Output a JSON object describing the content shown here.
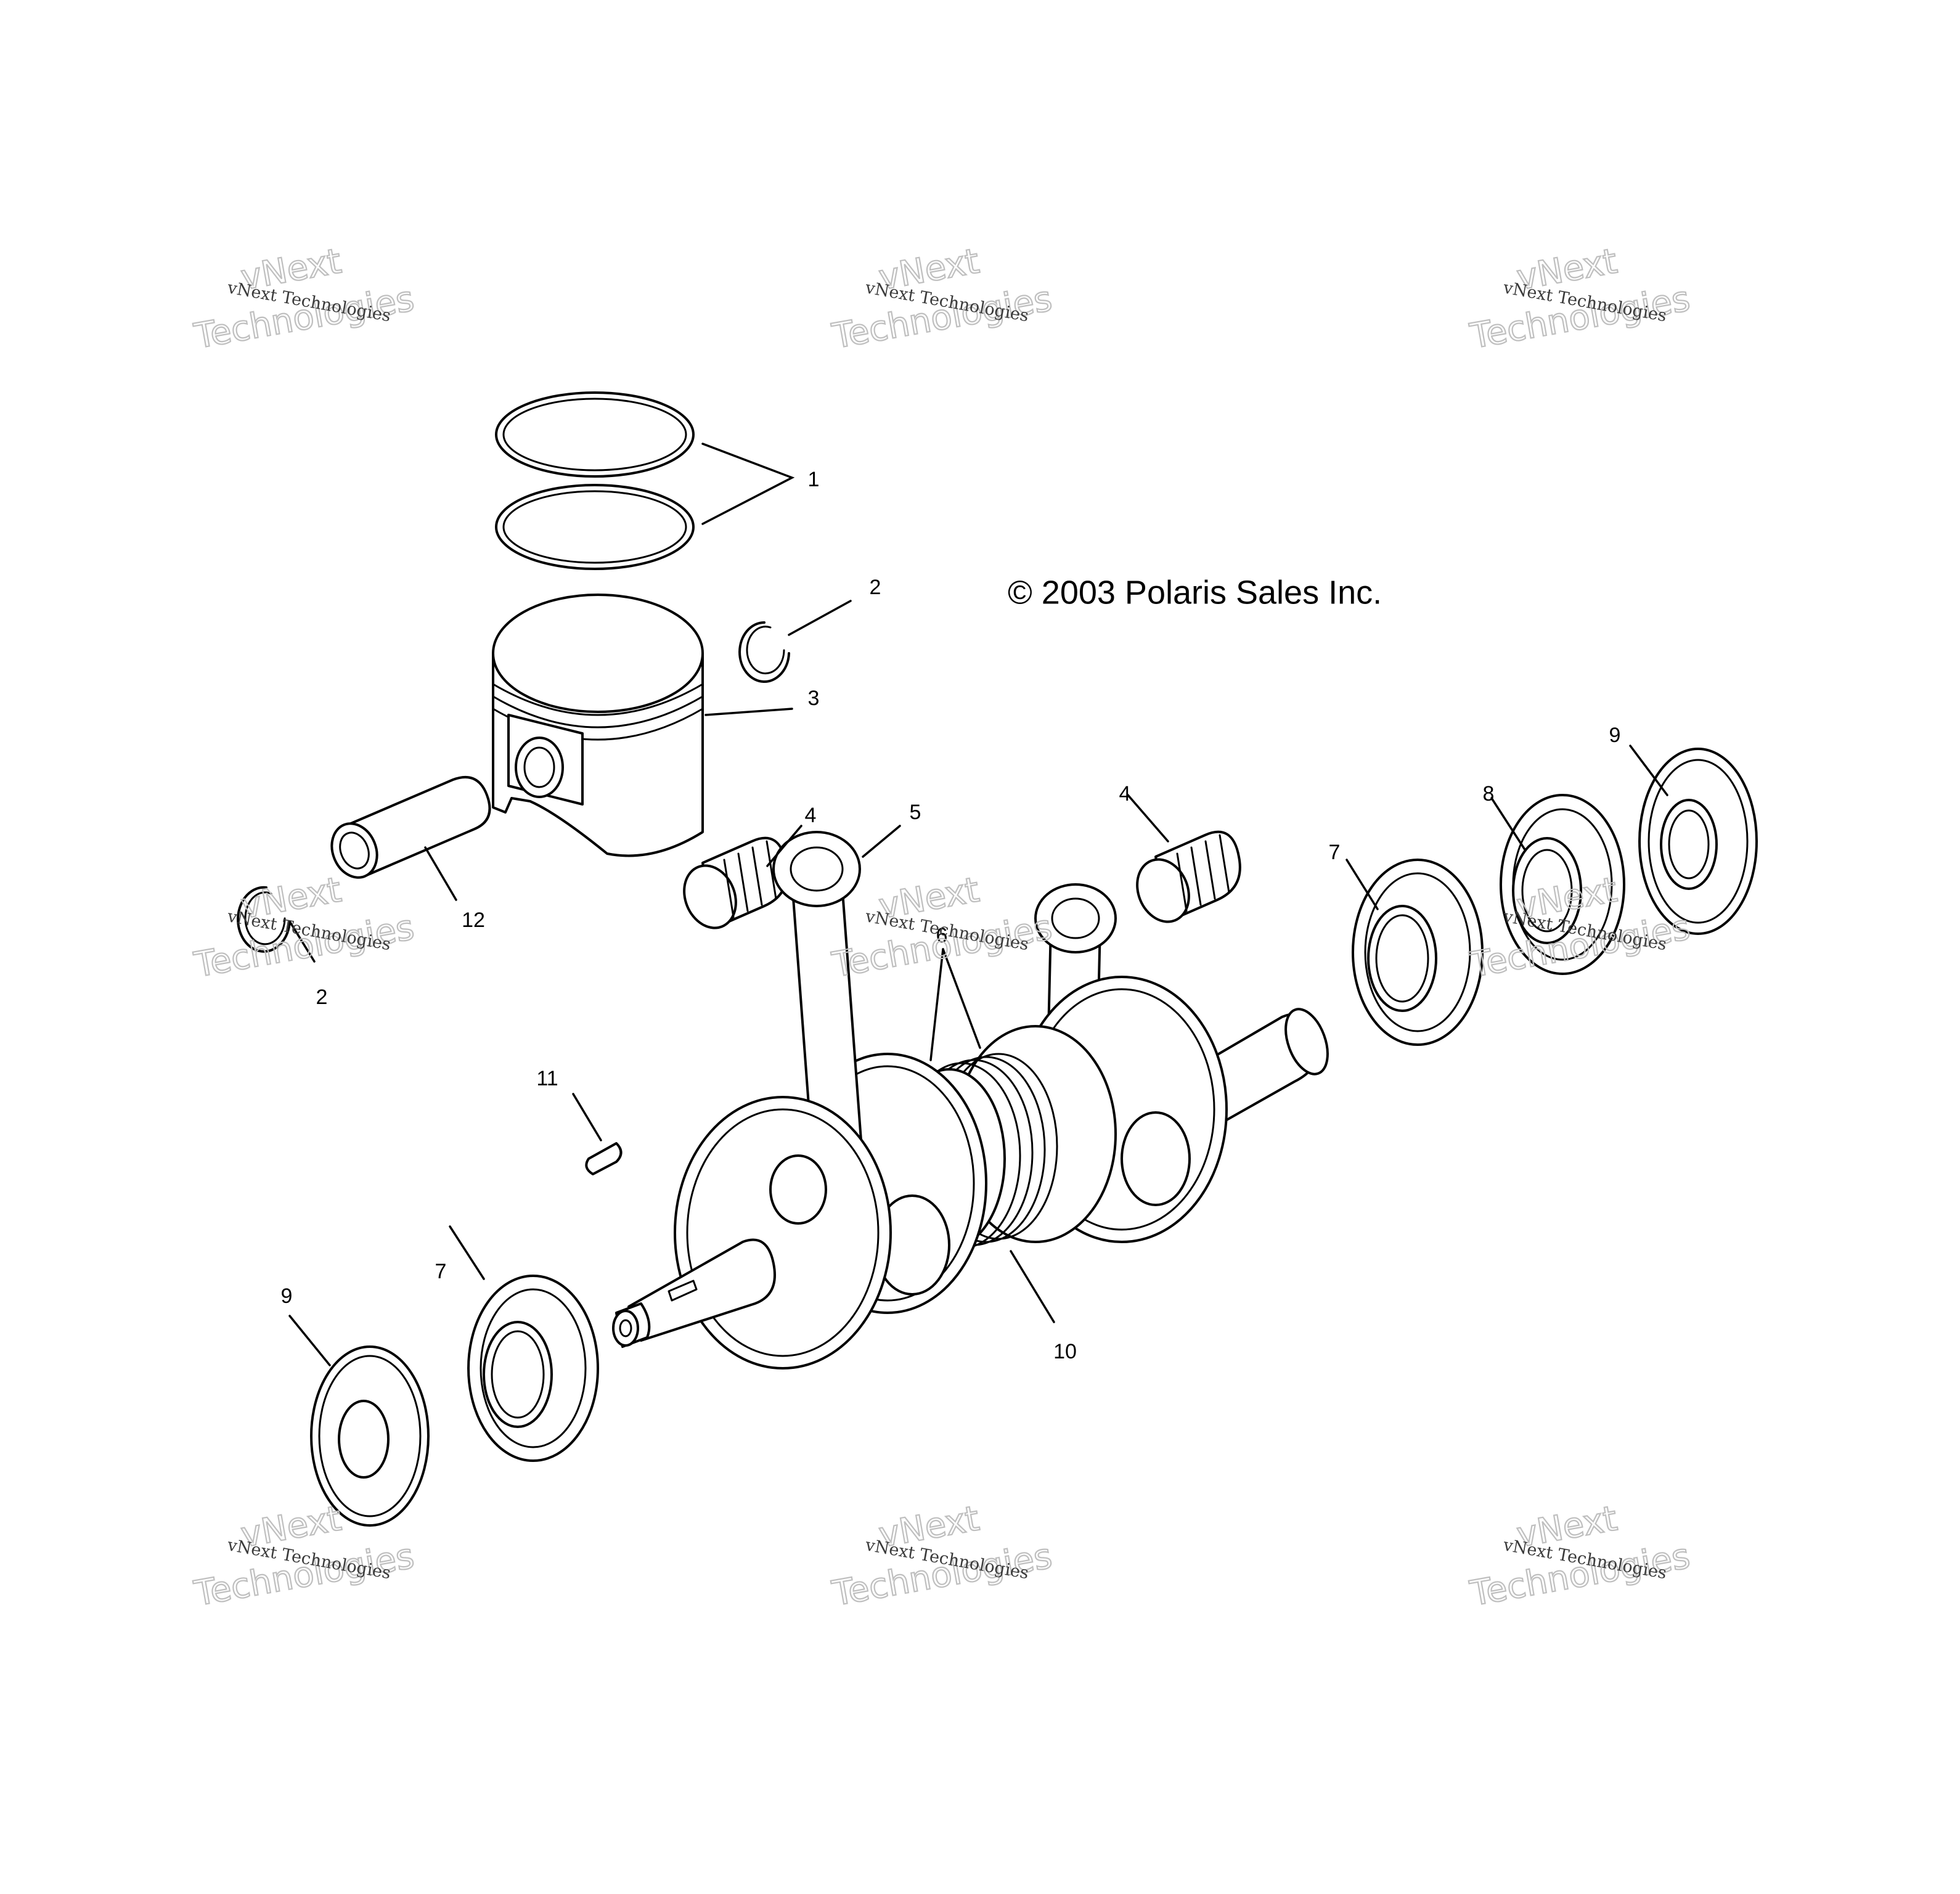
{
  "copyright": "© 2003 Polaris Sales Inc.",
  "watermark": {
    "line1": "vNext Technologies",
    "big_top": "vNext",
    "big_bottom": "Technologies"
  },
  "callouts": {
    "c1": "1",
    "c2a": "2",
    "c2b": "2",
    "c3": "3",
    "c4a": "4",
    "c4b": "4",
    "c5": "5",
    "c6": "6",
    "c7a": "7",
    "c7b": "7",
    "c8": "8",
    "c9a": "9",
    "c9b": "9",
    "c10": "10",
    "c11": "11",
    "c12": "12"
  },
  "colors": {
    "line": "#000000",
    "background": "#ffffff",
    "watermark": "#bfbfbf"
  }
}
